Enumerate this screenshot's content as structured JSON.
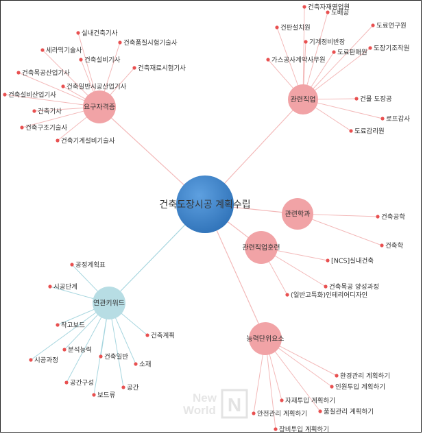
{
  "center": {
    "label": "건축도장시공 계획수립",
    "color": "#2f72b8"
  },
  "colors": {
    "pink_hub": "#f1a3a6",
    "pink_edge": "#f3b9b9",
    "pink_dot": "#e85050",
    "blue_hub": "#b7dde4",
    "blue_edge": "#a7d6df"
  },
  "hubs": [
    {
      "id": "qualifications",
      "label": "요구자격증",
      "theme": "pink",
      "leaves": [
        "실내건축기사",
        "건축품질시험기술사",
        "세라믹기술사",
        "건축설비기사",
        "건축재료시험기사",
        "건축목공산업기사",
        "건축일반시공산업기사",
        "건축설비산업기사",
        "건축기사",
        "건축구조기술사",
        "건축기계설비기술사"
      ]
    },
    {
      "id": "related_jobs",
      "label": "관련직업",
      "theme": "pink",
      "leaves": [
        "건축자재영업원",
        "도배공",
        "건판설치원",
        "도료연구원",
        "기계정비반장",
        "도장기조작원",
        "도료판매원",
        "가스공사계약사무원",
        "건물 도장공",
        "로프감사",
        "도료감리원"
      ]
    },
    {
      "id": "related_majors",
      "label": "관련학과",
      "theme": "pink",
      "leaves": [
        "건축공학",
        "건축학"
      ]
    },
    {
      "id": "training",
      "label": "관련직업훈련",
      "theme": "pink",
      "leaves": [
        "[NCS]실내건축",
        "건축목공 양성과정",
        "(일반고특화)인테리어디자인"
      ]
    },
    {
      "id": "ability_units",
      "label": "능력단위요소",
      "theme": "pink",
      "leaves": [
        "환경관리 계획하기",
        "인원투입 계획하기",
        "자재투입 계획하기",
        "품질관리 계획하기",
        "안전관리 계획하기",
        "장비투입 계획하기"
      ]
    },
    {
      "id": "keywords",
      "label": "연관키워드",
      "theme": "blue",
      "leaves": [
        "공정계획표",
        "시공단계",
        "작고보드",
        "분석능력",
        "시공과정",
        "건축일반",
        "공간구성",
        "보드류",
        "공간",
        "소재",
        "건축계획"
      ]
    }
  ],
  "watermark": {
    "line1": "New",
    "line2": "World",
    "mark": "N"
  }
}
